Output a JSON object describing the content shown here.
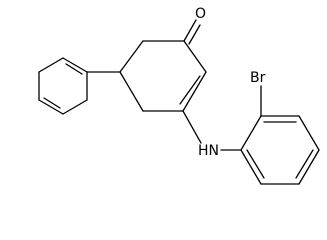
{
  "molecule": {
    "atom_labels": {
      "oxygen": "O",
      "bromine": "Br",
      "amine": "HN"
    },
    "colors": {
      "bond": "#000000",
      "label": "#000000",
      "background": "#ffffff"
    }
  }
}
